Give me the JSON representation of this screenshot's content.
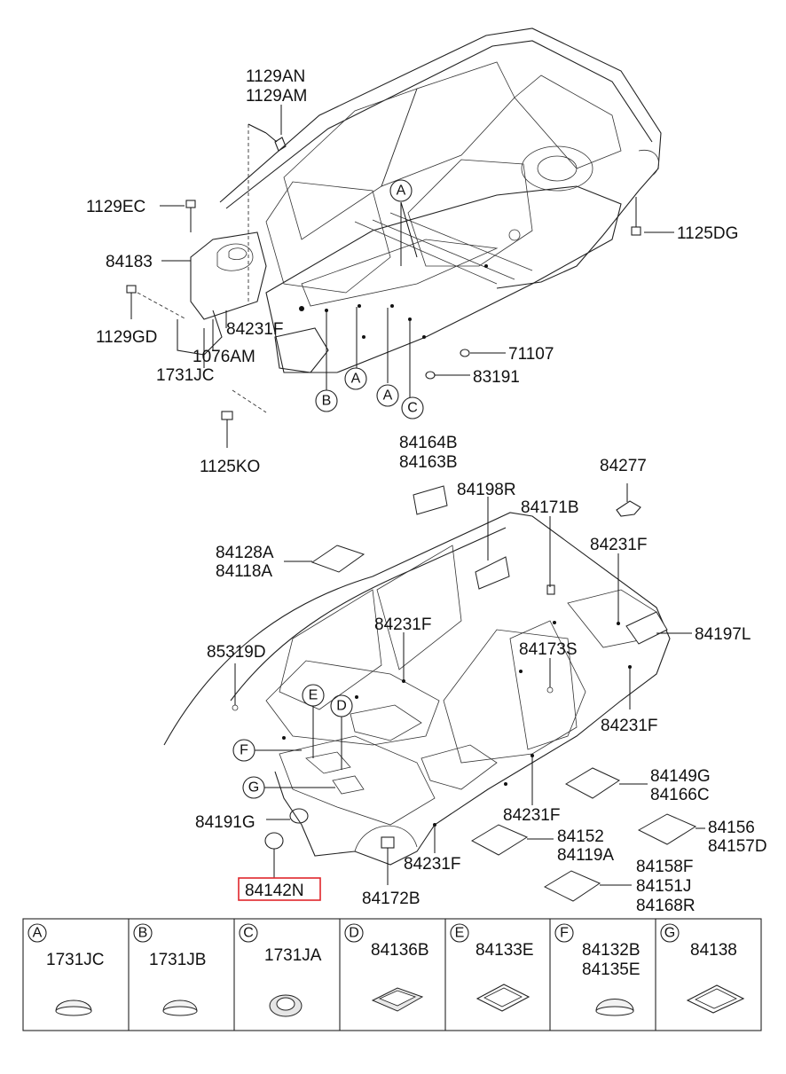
{
  "upper": {
    "clip_1129AN": "1129AN",
    "clip_1129AM": "1129AM",
    "clip_1129EC": "1129EC",
    "part_84183": "84183",
    "clip_1129GD": "1129GD",
    "part_84231F": "84231F",
    "part_1076AM": "1076AM",
    "part_1731JC": "1731JC",
    "clip_1125KO": "1125KO",
    "clip_1125DG": "1125DG",
    "clip_71107": "71107",
    "clip_83191": "83191",
    "callout_A1": "A",
    "callout_A2": "A",
    "callout_A3": "A",
    "callout_B": "B",
    "callout_C": "C"
  },
  "lower": {
    "pad_84164B": "84164B",
    "pad_84163B": "84163B",
    "pad_84198R": "84198R",
    "bracket_84277": "84277",
    "part_84171B": "84171B",
    "part_84231F_a": "84231F",
    "pad_84128A": "84128A",
    "pad_84118A": "84118A",
    "part_84231F_b": "84231F",
    "part_84197L": "84197L",
    "plug_85319D": "85319D",
    "plug_84173S": "84173S",
    "part_84231F_c": "84231F",
    "callout_E": "E",
    "callout_D": "D",
    "callout_F": "F",
    "callout_G": "G",
    "pad_84149G": "84149G",
    "pad_84166C": "84166C",
    "plug_84191G": "84191G",
    "part_84231F_d": "84231F",
    "pad_84156": "84156",
    "pad_84157D": "84157D",
    "pad_84152": "84152",
    "pad_84119A": "84119A",
    "plug_84142N": "84142N",
    "part_84231F_e": "84231F",
    "pad_84158F": "84158F",
    "pad_84151J": "84151J",
    "pad_84168R": "84168R",
    "part_84172B": "84172B"
  },
  "highlight_color": "#e0262b",
  "legend": [
    {
      "key": "A",
      "parts": [
        "1731JC"
      ],
      "shape": "dome"
    },
    {
      "key": "B",
      "parts": [
        "1731JB"
      ],
      "shape": "dome"
    },
    {
      "key": "C",
      "parts": [
        "1731JA"
      ],
      "shape": "grommet"
    },
    {
      "key": "D",
      "parts": [
        "84136B"
      ],
      "shape": "rect-pad"
    },
    {
      "key": "E",
      "parts": [
        "84133E"
      ],
      "shape": "rect-frame"
    },
    {
      "key": "F",
      "parts": [
        "84132B",
        "84135E"
      ],
      "shape": "dome"
    },
    {
      "key": "G",
      "parts": [
        "84138"
      ],
      "shape": "rect-frame"
    }
  ]
}
